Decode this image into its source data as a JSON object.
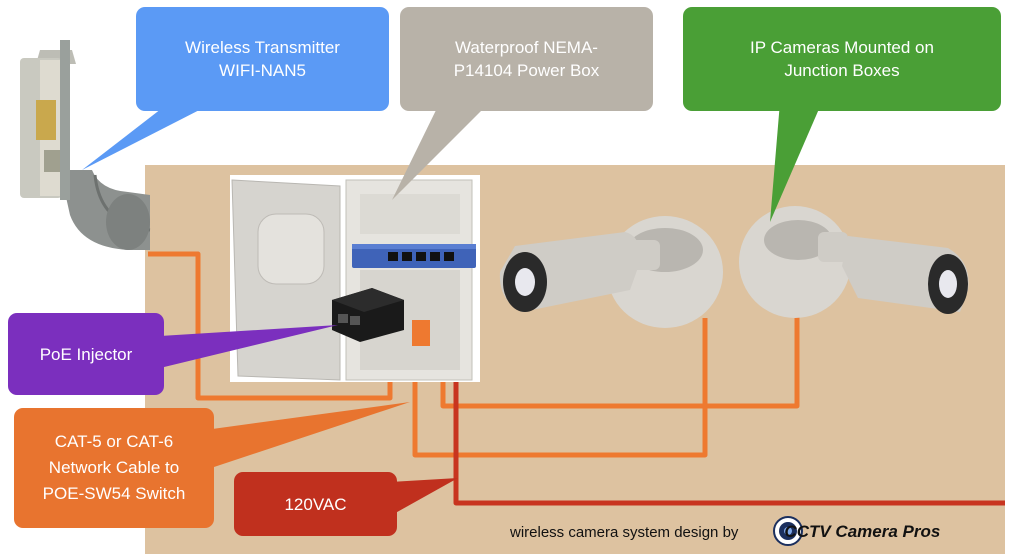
{
  "callouts": {
    "wifi": {
      "lines": [
        "Wireless Transmitter",
        "WIFI-NAN5"
      ],
      "color": "#5b9af5"
    },
    "power_box": {
      "lines": [
        "Waterproof NEMA-",
        "P14104 Power Box"
      ],
      "color": "#b8b2a8"
    },
    "cameras": {
      "lines": [
        "IP Cameras Mounted on",
        "Junction Boxes"
      ],
      "color": "#4a9f36"
    },
    "poe": {
      "lines": [
        "PoE Injector"
      ],
      "color": "#7b2fbe"
    },
    "cable": {
      "lines": [
        "CAT-5 or CAT-6",
        "Network Cable to",
        "POE-SW54 Switch"
      ],
      "color": "#e8742f"
    },
    "power": {
      "lines": [
        "120VAC"
      ],
      "color": "#c0301e"
    }
  },
  "credit": {
    "prefix": "wireless camera system design by",
    "brand": "CCTV Camera Pros"
  },
  "colors": {
    "board": "#ddc2a0",
    "network_cable": "#ee7930",
    "power_cable": "#c8341f",
    "enclosure": "#dad8d3",
    "switch": "#3f63b8",
    "injector": "#1a1a1a"
  },
  "icons": {
    "wifi_device": "antenna-transmitter-icon",
    "enclosure": "power-box-icon",
    "switch": "network-switch-icon",
    "injector": "poe-injector-icon",
    "camera_left": "ip-camera-icon",
    "camera_right": "ip-camera-icon",
    "logo": "cctv-camera-pros-logo-icon"
  }
}
